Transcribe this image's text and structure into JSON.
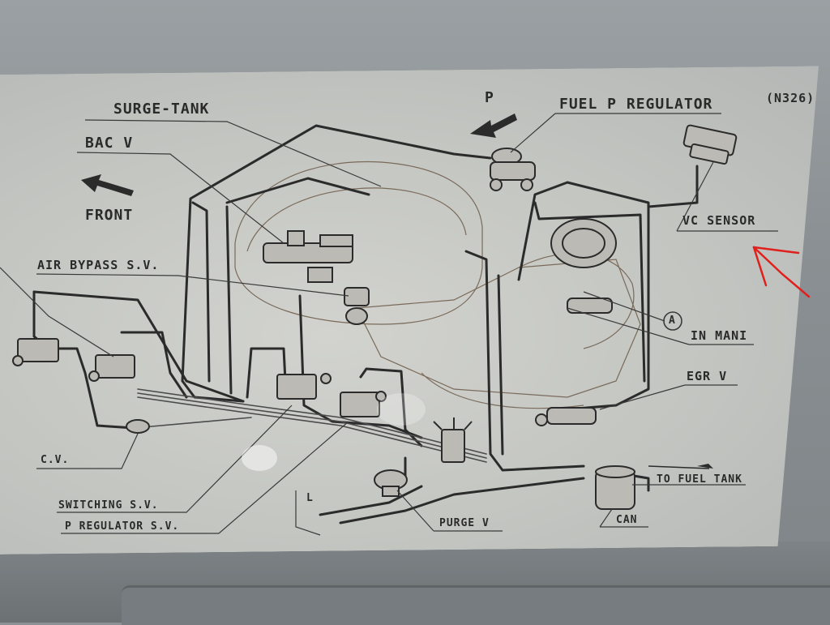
{
  "diagram": {
    "code": "(N326)",
    "labels": {
      "surge_tank": "SURGE-TANK",
      "bac_v": "BAC V",
      "front": "FRONT",
      "air_bypass_sv": "AIR BYPASS S.V.",
      "fuel_p_regulator": "FUEL P REGULATOR",
      "pressure_p": "P",
      "vc_sensor": "VC SENSOR",
      "circle_a": "A",
      "in_mani": "IN MANI",
      "egr_v": "EGR V",
      "to_fuel_tank": "TO FUEL TANK",
      "can": "CAN",
      "purge_v": "PURGE V",
      "l_marker": "L",
      "cv": "C.V.",
      "switching_sv": "SWITCHING S.V.",
      "p_regulator_sv": "P REGULATOR S.V."
    }
  },
  "colors": {
    "label_bg": "#c6c8c4",
    "ink": "#2a2a2a",
    "annotation_arrow": "#e0201c"
  }
}
